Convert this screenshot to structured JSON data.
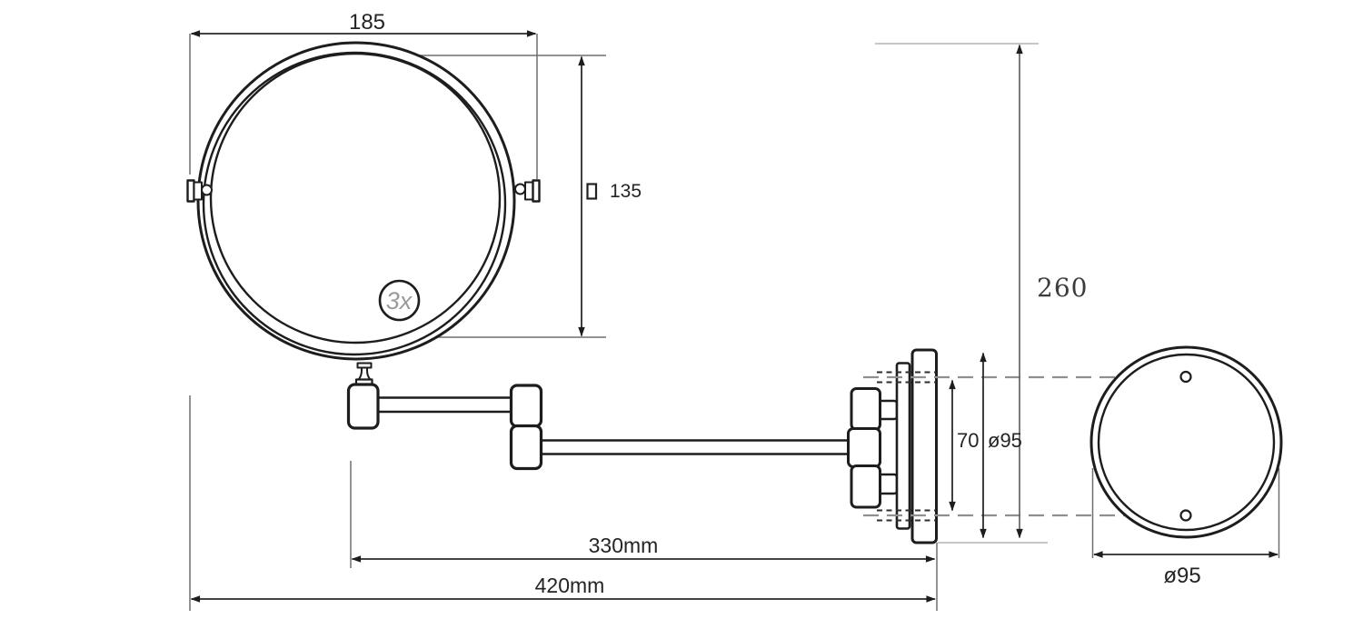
{
  "drawing": {
    "type": "technical-drawing",
    "subject": "wall-mounted double-sided magnifying cosmetic mirror with articulated arm, side view and rear wall-plate view",
    "magnification": "3x",
    "dimensions": {
      "mirror_outer_width": "185",
      "mirror_glass_height": "135",
      "height_symbol": "▯",
      "overall_height": "260",
      "hole_spacing": "70",
      "plate_diameter_side": "ø95",
      "arm_reach": "330mm",
      "overall_reach": "420mm",
      "plate_diameter_rear": "ø95"
    },
    "colors": {
      "outline": "#1d1d1d",
      "dimension_line": "#2a2a2a",
      "extension_line": "#6f6f6f",
      "light_extension_line": "#b4b4b4",
      "dashed_centerline": "#8f8f8f",
      "badge_gray": "#9b9b9b",
      "background": "#ffffff"
    }
  }
}
